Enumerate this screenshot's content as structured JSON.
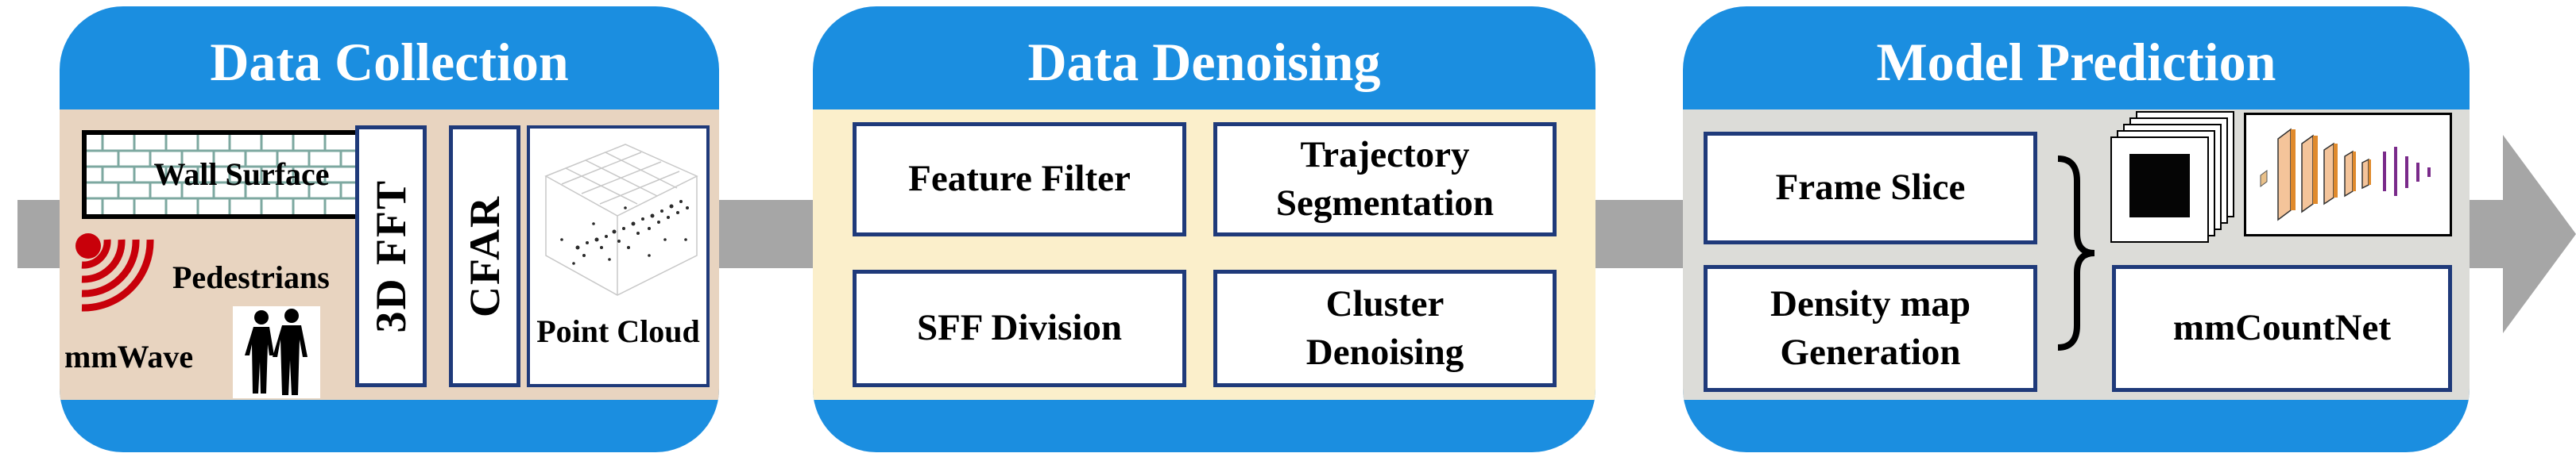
{
  "colors": {
    "panel_blue": "#1b8ee0",
    "collection_body": "#e8d4c0",
    "denoising_body": "#fbefcb",
    "prediction_body": "#dcdcd8",
    "box_border": "#1f3a7a",
    "arrow_gray": "#a6a6a6",
    "wave_red": "#c8000a"
  },
  "data_collection": {
    "title": "Data Collection",
    "wall_surface": "Wall Surface",
    "pedestrians": "Pedestrians",
    "mmwave": "mmWave",
    "fft": "3D FFT",
    "cfar": "CFAR",
    "point_cloud": "Point Cloud",
    "icons": [
      "brick-wall-icon",
      "radar-wave-icon",
      "pedestrians-silhouette-icon",
      "point-cloud-plot-icon"
    ]
  },
  "data_denoising": {
    "title": "Data Denoising",
    "boxes": [
      "Feature Filter",
      "Trajectory\nSegmentation",
      "SFF Division",
      "Cluster\nDenoising"
    ]
  },
  "model_prediction": {
    "title": "Model Prediction",
    "frame_slice": "Frame Slice",
    "density_map": "Density map\nGeneration",
    "mmcountnet": "mmCountNet",
    "icons": [
      "brace-icon",
      "frame-stack-icon",
      "network-architecture-icon"
    ]
  }
}
